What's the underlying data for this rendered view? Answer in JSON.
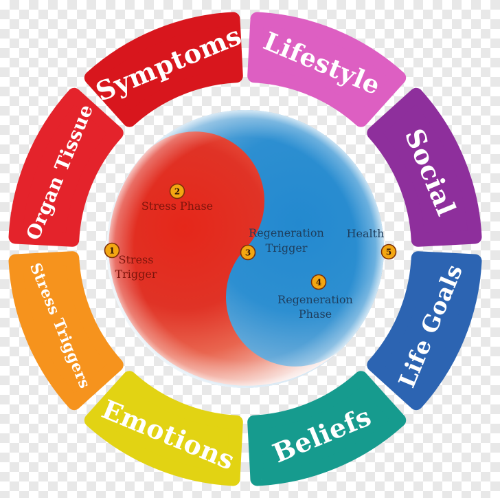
{
  "background": {
    "checker_light": "#ffffff",
    "checker_dark": "#e8e8e8"
  },
  "wheel": {
    "label_color": "#ffffff",
    "segments": [
      {
        "label": "Lifestyle",
        "color": "#dd5fc2"
      },
      {
        "label": "Social",
        "color": "#8e2f9c"
      },
      {
        "label": "Life Goals",
        "color": "#2c64b2"
      },
      {
        "label": "Beliefs",
        "color": "#169b8e"
      },
      {
        "label": "Emotions",
        "color": "#e2d313"
      },
      {
        "label": "Stress Triggers",
        "color": "#f6931d"
      },
      {
        "label": "Organ Tissue",
        "color": "#e4232b"
      },
      {
        "label": "Symptoms",
        "color": "#d8161d"
      }
    ]
  },
  "cycle": {
    "stress_text_color": "#7d150c",
    "regen_text_color": "#1e3d5c",
    "stress_color": "#e42718",
    "regen_color": "#2489cf",
    "badge": {
      "fill": "#f3a712",
      "border": "#7c2f08",
      "number_color": "#2e1205"
    },
    "points": [
      {
        "num": "1",
        "tone": "stress",
        "lines": [
          "Stress",
          "Trigger"
        ]
      },
      {
        "num": "2",
        "tone": "stress",
        "lines": [
          "Stress Phase"
        ]
      },
      {
        "num": "3",
        "tone": "regen",
        "lines": [
          "Regeneration",
          "Trigger"
        ]
      },
      {
        "num": "4",
        "tone": "regen",
        "lines": [
          "Regeneration",
          "Phase"
        ]
      },
      {
        "num": "5",
        "tone": "regen",
        "lines": [
          "Health"
        ]
      }
    ]
  }
}
